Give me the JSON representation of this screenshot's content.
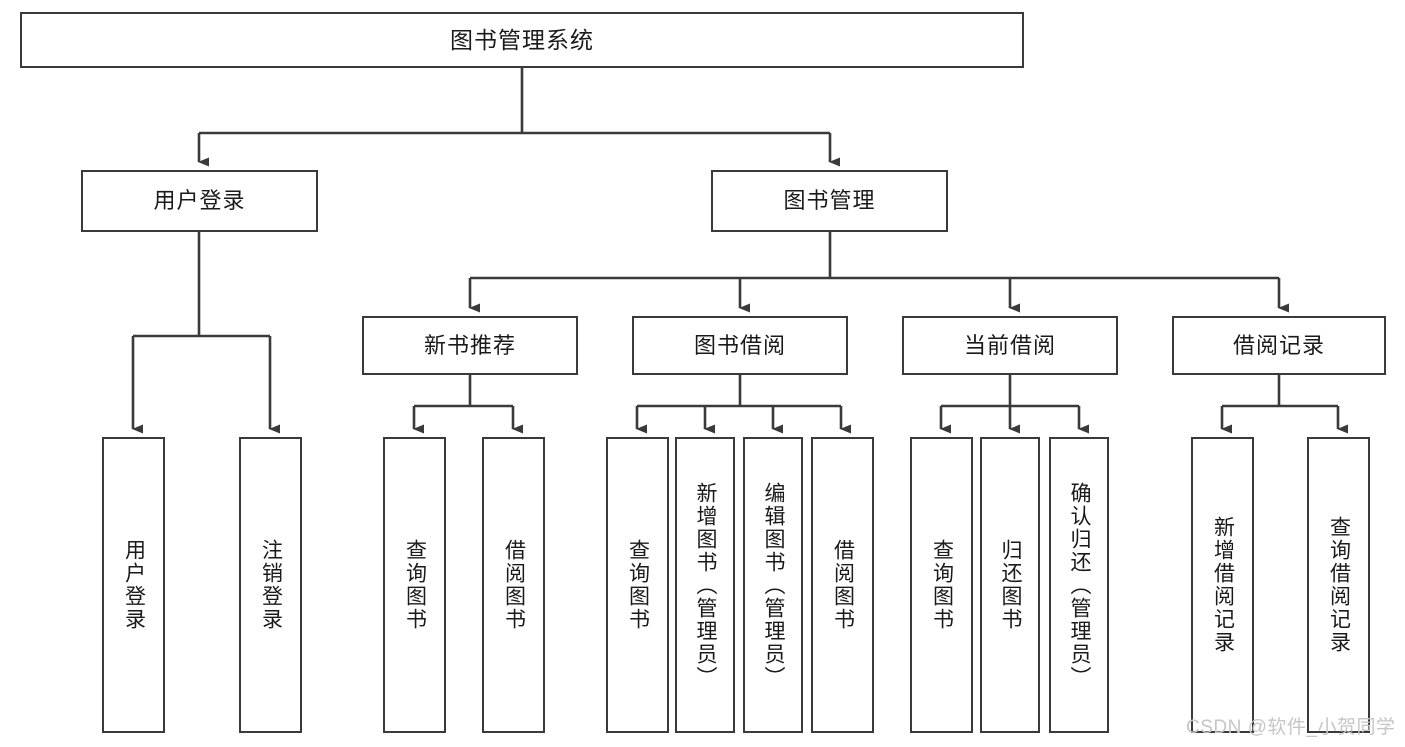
{
  "diagram": {
    "title": "图书管理系统",
    "watermark": "CSDN @软件_小贺同学",
    "nodes": {
      "root": {
        "label": "图书管理系统"
      },
      "level2": [
        {
          "id": "user-login",
          "label": "用户登录"
        },
        {
          "id": "book-manage",
          "label": "图书管理"
        }
      ],
      "level3": [
        {
          "id": "new-book-recommend",
          "label": "新书推荐"
        },
        {
          "id": "book-borrow",
          "label": "图书借阅"
        },
        {
          "id": "current-borrow",
          "label": "当前借阅"
        },
        {
          "id": "borrow-record",
          "label": "借阅记录"
        }
      ],
      "leaves": {
        "user_login": [
          {
            "id": "leaf-user-login",
            "label": "用户登录"
          },
          {
            "id": "leaf-logout-login",
            "label": "注销登录"
          }
        ],
        "new_book_recommend": [
          {
            "id": "leaf-query-book-1",
            "label": "查询图书"
          },
          {
            "id": "leaf-borrow-book-1",
            "label": "借阅图书"
          }
        ],
        "book_borrow": [
          {
            "id": "leaf-query-book-2",
            "label": "查询图书"
          },
          {
            "id": "leaf-add-book",
            "label": "新增图书（管理员）"
          },
          {
            "id": "leaf-edit-book",
            "label": "编辑图书（管理员）"
          },
          {
            "id": "leaf-borrow-book-2",
            "label": "借阅图书"
          }
        ],
        "current_borrow": [
          {
            "id": "leaf-query-book-3",
            "label": "查询图书"
          },
          {
            "id": "leaf-return-book",
            "label": "归还图书"
          },
          {
            "id": "leaf-confirm-return",
            "label": "确认归还（管理员）"
          }
        ],
        "borrow_record": [
          {
            "id": "leaf-add-borrow-record",
            "label": "新增借阅记录"
          },
          {
            "id": "leaf-query-borrow-record",
            "label": "查询借阅记录"
          }
        ]
      }
    },
    "colors": {
      "stroke": "#3a3a3a",
      "fill": "#ffffff",
      "text": "#1a1a1a",
      "watermark": "#c6c6c6"
    }
  }
}
